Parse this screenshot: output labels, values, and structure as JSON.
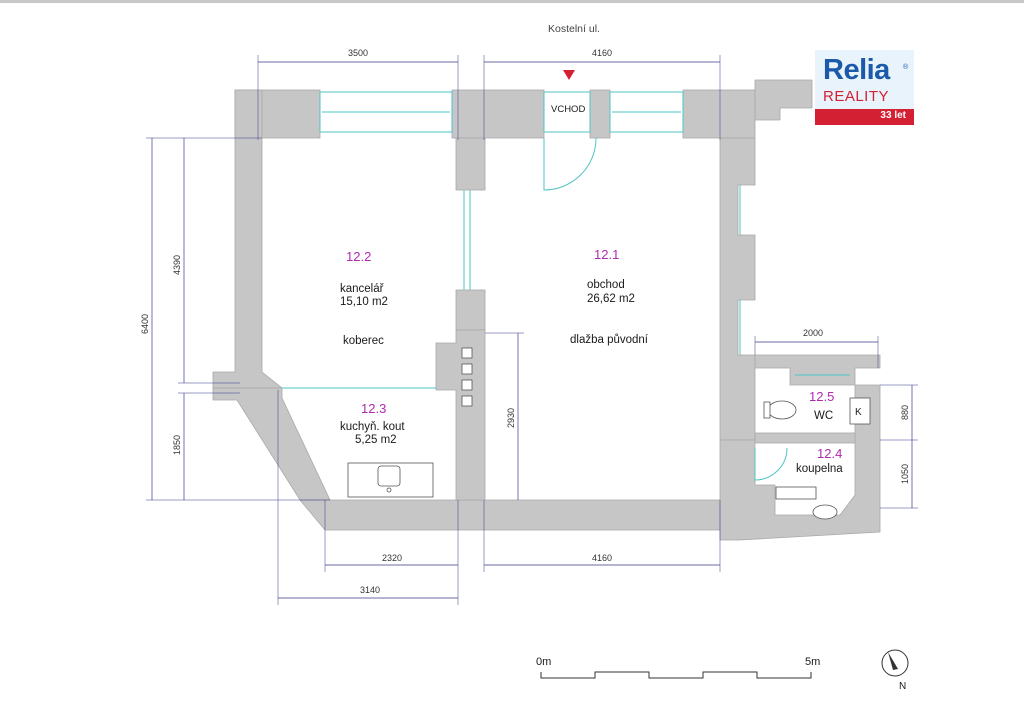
{
  "street": "Kostelní ul.",
  "entrance": "VCHOD",
  "rooms": {
    "r121": {
      "number": "12.1",
      "name": "obchod",
      "area": "26,62 m2",
      "floor": "dlažba původní"
    },
    "r122": {
      "number": "12.2",
      "name": "kancelář",
      "area": "15,10 m2",
      "floor": "koberec"
    },
    "r123": {
      "number": "12.3",
      "name": "kuchyň. kout",
      "area": "5,25 m2"
    },
    "r124": {
      "number": "12.4",
      "name": "koupelna"
    },
    "r125": {
      "number": "12.5",
      "name": "WC",
      "fixture": "K"
    }
  },
  "dimensions": {
    "top_left": "3500",
    "top_right": "4160",
    "left_upper": "4390",
    "left_total": "6400",
    "left_lower": "1850",
    "inner_vertical": "2930",
    "bottom_left_inner": "2320",
    "bottom_left_outer": "3140",
    "bottom_right": "4160",
    "annex_width": "2000",
    "wc_height": "880",
    "bath_height": "1050"
  },
  "scale": {
    "start": "0m",
    "end": "5m"
  },
  "north": "N",
  "logo": {
    "brand": "Relia",
    "registered": "®",
    "sub": "REALITY",
    "years": "33 let"
  },
  "colors": {
    "wall": "#c6c6c6",
    "room_number": "#b02ab0",
    "window": "#4fc4c4",
    "logo_blue": "#1b5aa8",
    "logo_red": "#d32032"
  }
}
